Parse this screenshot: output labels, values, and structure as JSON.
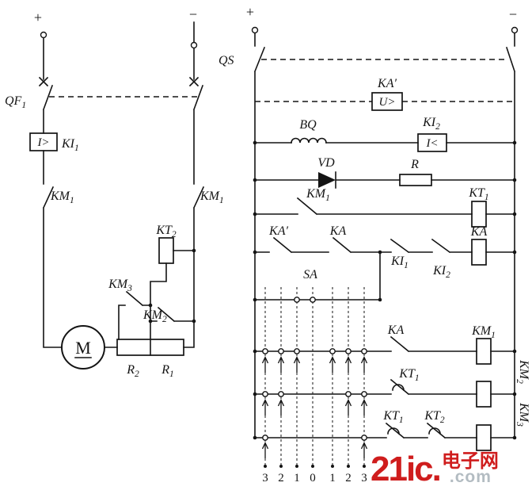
{
  "left": {
    "plus": "+",
    "minus": "−",
    "qf1": {
      "base": "QF",
      "sub": "1"
    },
    "ki1": {
      "base": "KI",
      "sub": "1"
    },
    "ki1_box": "I>",
    "km1_left": {
      "base": "KM",
      "sub": "1"
    },
    "km1_right": {
      "base": "KM",
      "sub": "1"
    },
    "kt2": {
      "base": "KT",
      "sub": "2"
    },
    "km3": {
      "base": "KM",
      "sub": "3"
    },
    "km2": {
      "base": "KM",
      "sub": "2"
    },
    "motor": "M",
    "r2": {
      "base": "R",
      "sub": "2"
    },
    "r1": {
      "base": "R",
      "sub": "1"
    }
  },
  "right": {
    "plus": "+",
    "minus": "−",
    "qs": "QS",
    "ka_prime_label": "KA′",
    "ka_prime_box": "U>",
    "bq": "BQ",
    "ki2_relay": {
      "base": "KI",
      "sub": "2"
    },
    "ki2_box": "I<",
    "vd": "VD",
    "r": "R",
    "km1_contact": {
      "base": "KM",
      "sub": "1"
    },
    "kt1_coil": {
      "base": "KT",
      "sub": "1"
    },
    "ka_prime_contact": "KA′",
    "ka_contact": "KA",
    "ki1_contact": {
      "base": "KI",
      "sub": "1"
    },
    "ki2_contact": {
      "base": "KI",
      "sub": "2"
    },
    "ka_coil": "KA",
    "sa": "SA",
    "ka_contact2": "KA",
    "km1_coil": {
      "base": "KM",
      "sub": "1"
    },
    "kt1_contact": {
      "base": "KT",
      "sub": "1"
    },
    "km2_coil": {
      "base": "KM",
      "sub": "2"
    },
    "kt1_contact2": {
      "base": "KT",
      "sub": "1"
    },
    "kt2_contact": {
      "base": "KT",
      "sub": "2"
    },
    "km3_coil": {
      "base": "KM",
      "sub": "3"
    },
    "positions": [
      "3",
      "2",
      "1",
      "0",
      "1",
      "2",
      "3"
    ]
  },
  "watermark": {
    "brand": "21ic.",
    "site": "电子网",
    "domain": ".com"
  },
  "colors": {
    "ink": "#141414",
    "watermark_red": "#cf1d1d",
    "watermark_gray": "#b3bcc2"
  }
}
